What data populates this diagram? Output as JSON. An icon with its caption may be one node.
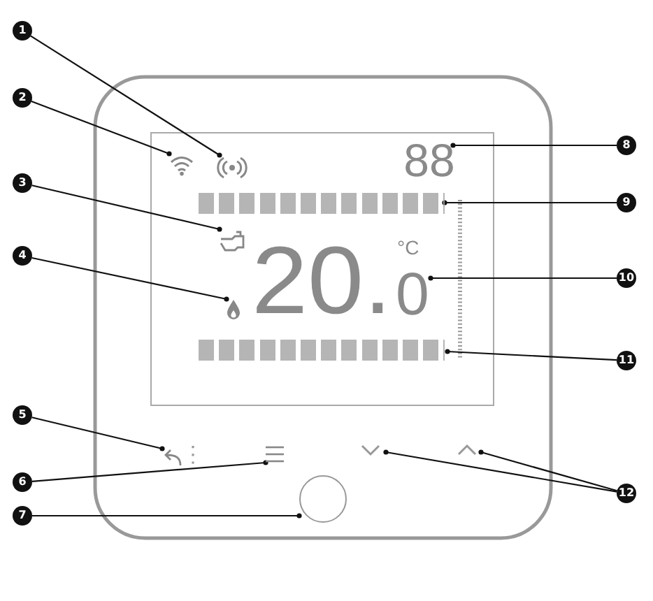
{
  "diagram": {
    "nodes": [
      {
        "text": [
          "1"
        ]
      },
      {
        "text": [
          "2"
        ]
      },
      {
        "text": [
          "3"
        ]
      },
      {
        "text": [
          "4"
        ]
      },
      {
        "text": [
          "5"
        ]
      },
      {
        "text": [
          "6"
        ]
      },
      {
        "text": [
          "7"
        ]
      },
      {
        "text": [
          "8"
        ]
      },
      {
        "text": [
          "9"
        ]
      },
      {
        "text": [
          "10"
        ]
      },
      {
        "text": [
          "11"
        ]
      },
      {
        "text": [
          "12"
        ]
      },
      {
        "text": [],
        "shape": "picture"
      },
      {
        "text": [],
        "shape": "picture"
      },
      {
        "text": [],
        "shape": "picture"
      },
      {
        "text": [],
        "shape": "picture"
      },
      {
        "text": [],
        "shape": "picture"
      },
      {
        "text": [],
        "shape": "picture"
      },
      {
        "text": [],
        "shape": "circle"
      },
      {
        "text": [
          "88"
        ]
      },
      {
        "text": [],
        "shape": "bar"
      },
      {
        "text": [
          "0"
        ]
      },
      {
        "text": [],
        "shape": "bar"
      },
      {
        "text": [],
        "shape": "picture"
      },
      {
        "text": [],
        "shape": "picture"
      }
    ],
    "edges": [
      {
        "from": 0,
        "to": 12,
        "arrow": "other"
      },
      {
        "from": 1,
        "to": 13,
        "arrow": "other"
      },
      {
        "from": 2,
        "to": 14,
        "arrow": "other"
      },
      {
        "from": 3,
        "to": 15,
        "arrow": "other"
      },
      {
        "from": 4,
        "to": 16,
        "arrow": "other"
      },
      {
        "from": 5,
        "to": 17,
        "arrow": "other"
      },
      {
        "from": 6,
        "to": 18,
        "arrow": "other"
      },
      {
        "from": 7,
        "to": 19,
        "arrow": "other"
      },
      {
        "from": 8,
        "to": 20,
        "arrow": "other"
      },
      {
        "from": 9,
        "to": 21,
        "arrow": "other"
      },
      {
        "from": 10,
        "to": 22,
        "arrow": "other"
      },
      {
        "from": 11,
        "to": 23,
        "arrow": "other"
      },
      {
        "from": 11,
        "to": 24,
        "arrow": "other"
      }
    ],
    "labels": [
      "20.",
      "°C"
    ]
  }
}
